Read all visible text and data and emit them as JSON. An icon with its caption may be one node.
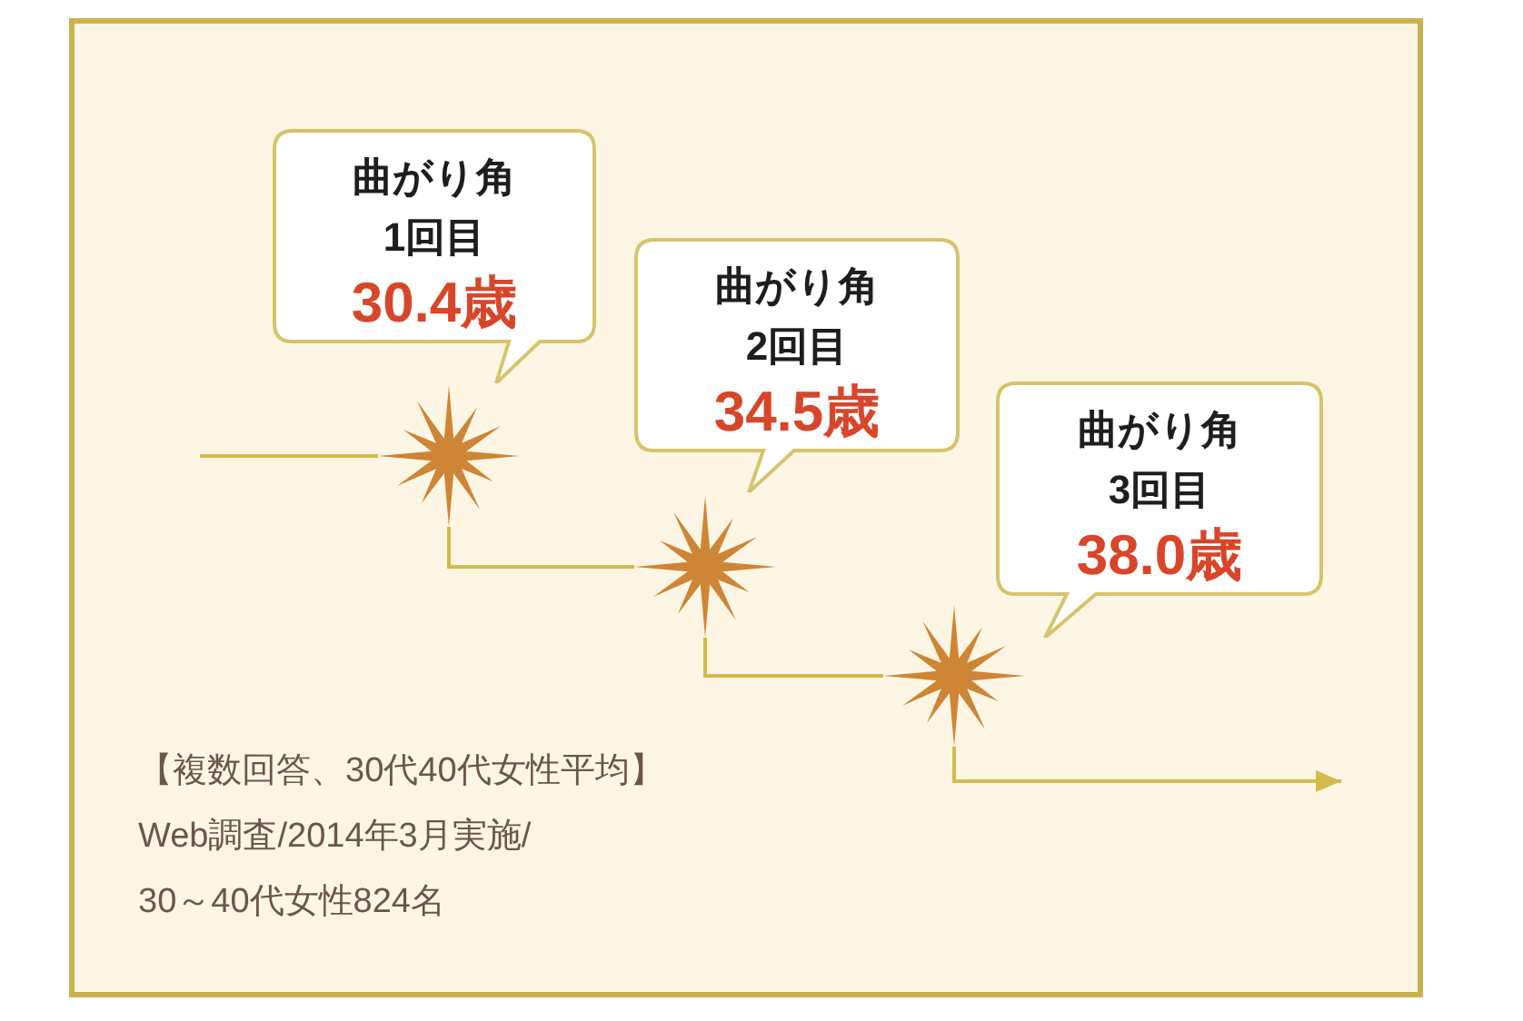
{
  "diagram": {
    "nodes": [
      {
        "text": [
          "曲がり角1回目",
          "30.4歳"
        ]
      },
      {
        "text": [
          "曲がり角2回目",
          "34.5歳"
        ]
      },
      {
        "text": [
          "曲がり角3回目",
          "38.0歳"
        ]
      },
      {
        "text": [],
        "shape": "star"
      },
      {
        "text": [],
        "shape": "star"
      },
      {
        "text": [],
        "shape": "star"
      }
    ],
    "edges": [
      {
        "from": null,
        "to": 3,
        "arrow": "none"
      },
      {
        "from": 3,
        "to": 4,
        "arrow": "none"
      },
      {
        "from": 4,
        "to": 5,
        "arrow": "none"
      },
      {
        "from": 5,
        "to": null,
        "arrow": "to"
      }
    ],
    "labels": [
      "【複数回答、30代40代女性平均】",
      "Web調査/2014年3月実施/",
      "30～40代女性824名"
    ]
  }
}
